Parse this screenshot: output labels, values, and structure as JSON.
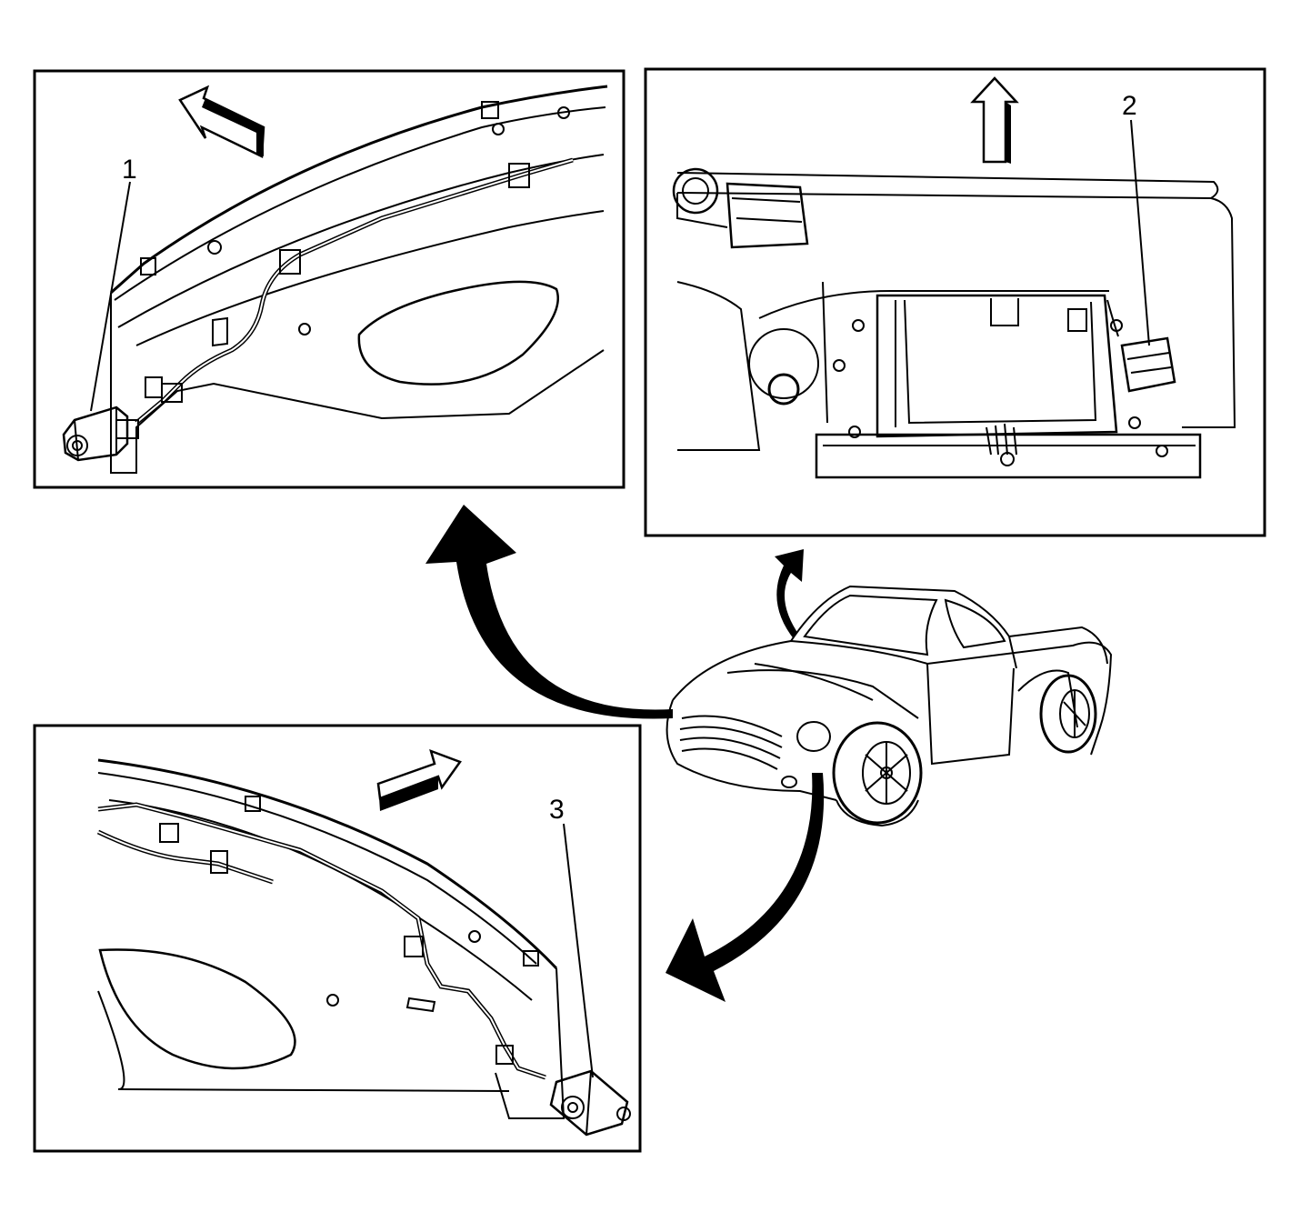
{
  "diagram": {
    "callouts": [
      {
        "id": "callout-1",
        "label": "1"
      },
      {
        "id": "callout-2",
        "label": "2"
      },
      {
        "id": "callout-3",
        "label": "3"
      }
    ],
    "colors": {
      "line": "#000000",
      "background": "#ffffff",
      "panel_fill": "#ffffff"
    }
  }
}
